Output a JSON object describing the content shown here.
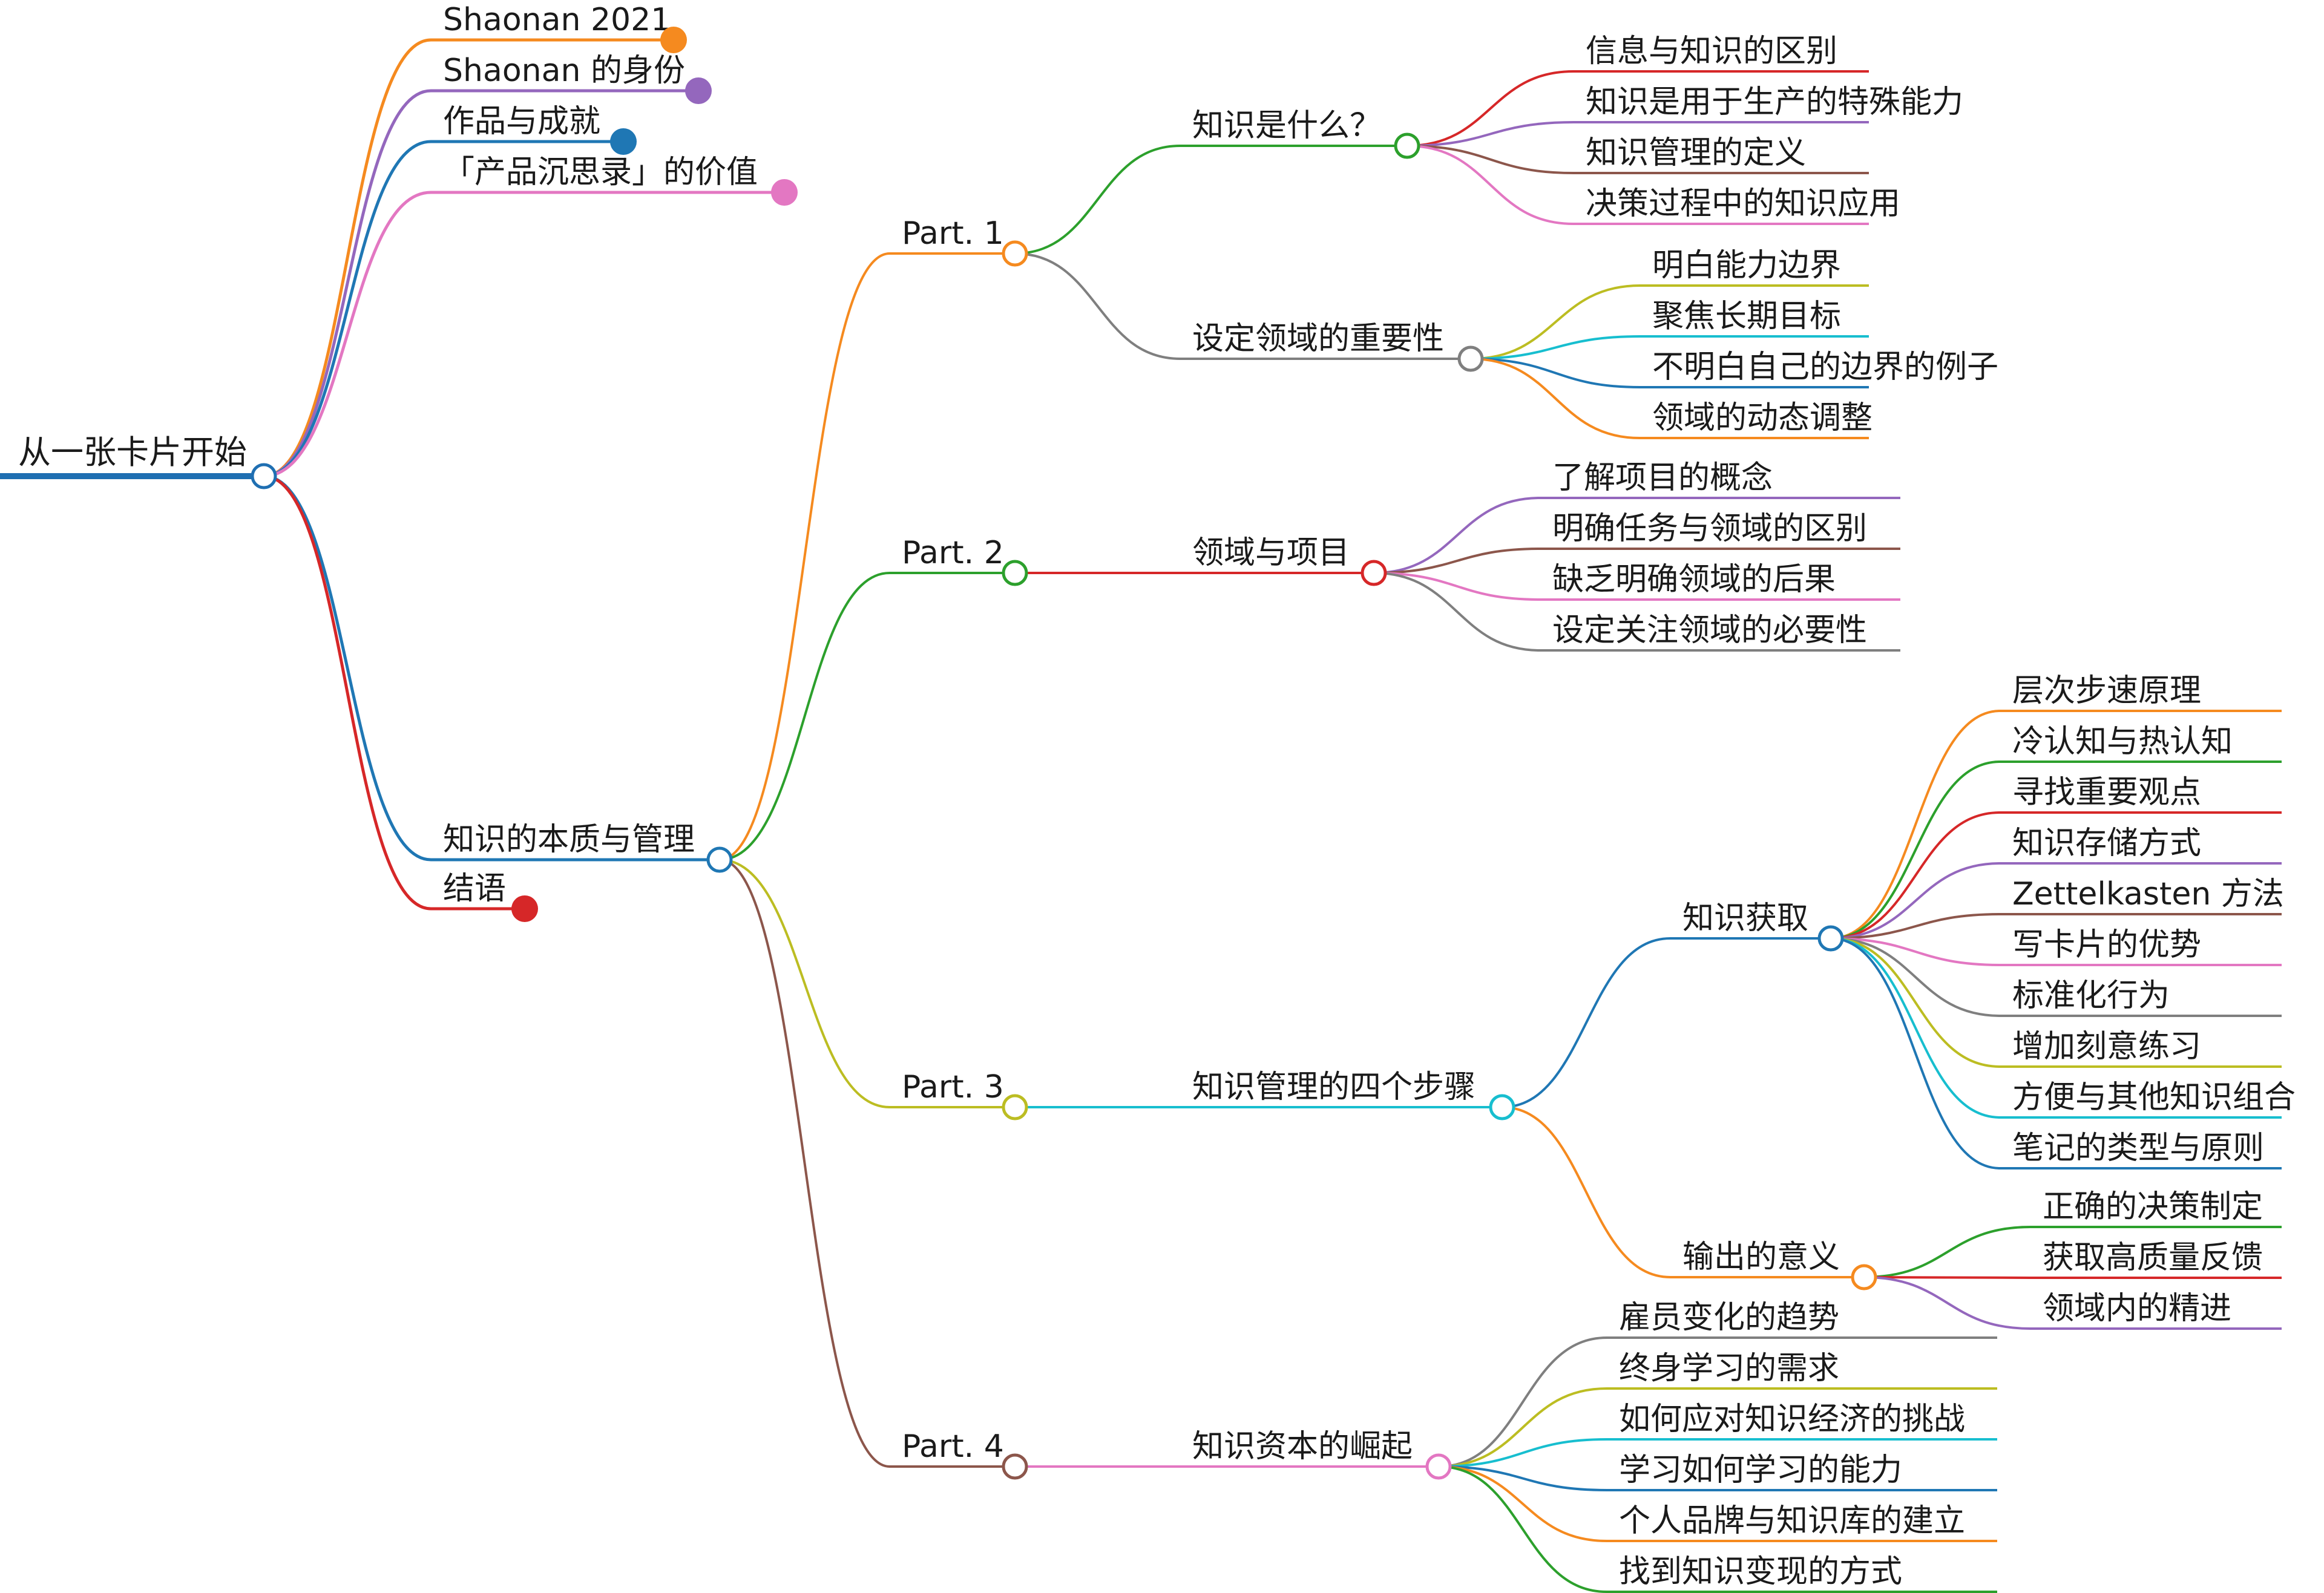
{
  "colors": {
    "root": "#1f6fb2",
    "orange": "#f58a1f",
    "purple": "#9467bd",
    "blue": "#1f77b4",
    "pink": "#e377c2",
    "red": "#d62728",
    "green": "#2ca02c",
    "brown": "#8c564b",
    "gray": "#7f7f7f",
    "olive": "#bcbd22",
    "cyan": "#17becf"
  },
  "mindmap": {
    "root": "从一张卡片开始",
    "intro": {
      "shaonan_2021": "Shaonan 2021",
      "shaonan_identity": "Shaonan 的身份",
      "works": "作品与成就",
      "value": "「产品沉思录」的价值"
    },
    "knowledge": {
      "title": "知识的本质与管理",
      "part1": {
        "label": "Part. 1",
        "what_is": {
          "label": "知识是什么？",
          "items": [
            "信息与知识的区别",
            "知识是用于生产的特殊能力",
            "知识管理的定义",
            "决策过程中的知识应用"
          ]
        },
        "domain_importance": {
          "label": "设定领域的重要性",
          "items": [
            "明白能力边界",
            "聚焦长期目标",
            "不明白自己的边界的例子",
            "领域的动态调整"
          ]
        }
      },
      "part2": {
        "label": "Part. 2",
        "domain_project": {
          "label": "领域与项目",
          "items": [
            "了解项目的概念",
            "明确任务与领域的区别",
            "缺乏明确领域的后果",
            "设定关注领域的必要性"
          ]
        }
      },
      "part3": {
        "label": "Part. 3",
        "four_steps": {
          "label": "知识管理的四个步骤",
          "acquisition": {
            "label": "知识获取",
            "items": [
              "层次步速原理",
              "冷认知与热认知",
              "寻找重要观点",
              "知识存储方式",
              "Zettelkasten 方法",
              "写卡片的优势",
              "标准化行为",
              "增加刻意练习",
              "方便与其他知识组合",
              "笔记的类型与原则"
            ]
          },
          "output": {
            "label": "输出的意义",
            "items": [
              "正确的决策制定",
              "获取高质量反馈",
              "领域内的精进"
            ]
          }
        }
      },
      "part4": {
        "label": "Part. 4",
        "capital": {
          "label": "知识资本的崛起",
          "items": [
            "雇员变化的趋势",
            "终身学习的需求",
            "如何应对知识经济的挑战",
            "学习如何学习的能力",
            "个人品牌与知识库的建立",
            "找到知识变现的方式"
          ]
        }
      }
    },
    "conclusion": "结语"
  }
}
